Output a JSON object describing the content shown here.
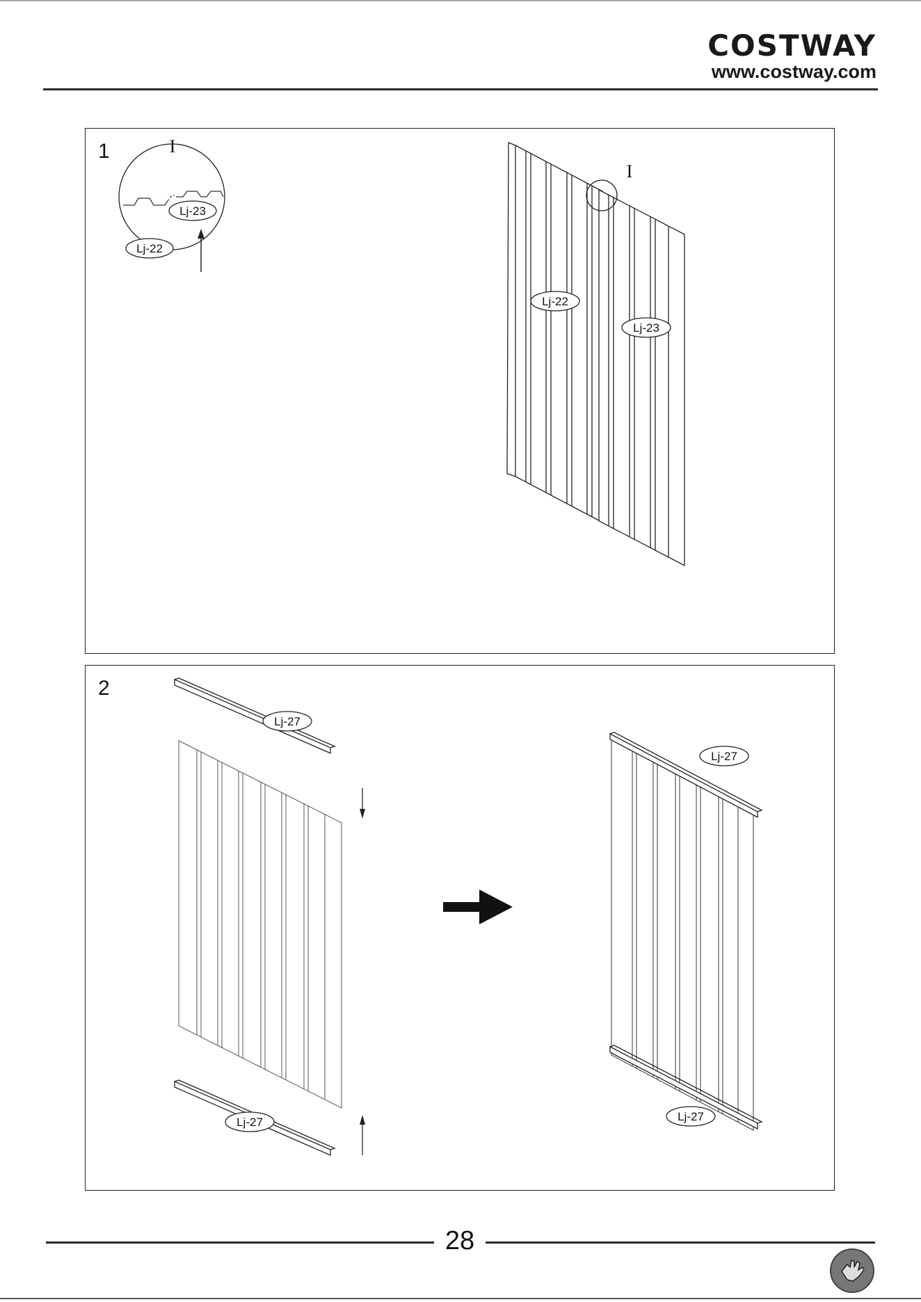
{
  "header": {
    "brand": "COSTWAY",
    "url": "www.costway.com"
  },
  "steps": [
    {
      "number": "1",
      "detail_marker": "I",
      "detail_labels": [
        "Lj-23",
        "Lj-22"
      ],
      "part_labels": [
        "Lj-22",
        "Lj-23"
      ]
    },
    {
      "number": "2",
      "part_labels_before": [
        "Lj-27",
        "Lj-27"
      ],
      "part_labels_after": [
        "Lj-27",
        "Lj-27"
      ]
    }
  ],
  "footer": {
    "page_number": "28"
  },
  "icons": [
    "glove-icon",
    "arrow-right-icon",
    "arrow-up-icon",
    "arrow-down-icon"
  ]
}
